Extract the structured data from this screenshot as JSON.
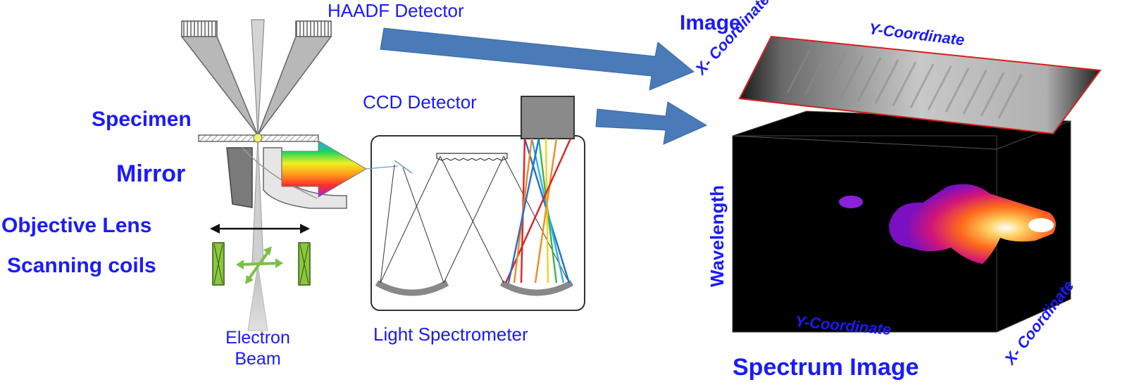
{
  "labels": {
    "haadf_detector": "HAADF Detector",
    "specimen": "Specimen",
    "mirror": "Mirror",
    "objective_lens": "Objective Lens",
    "scanning_coils": "Scanning coils",
    "electron": "Electron",
    "beam": "Beam",
    "ccd_detector": "CCD Detector",
    "light_spectrometer": "Light Spectrometer",
    "image": "Image",
    "image_x_coordinate": "X- Coordinate",
    "image_y_coordinate": "Y-Coordinate",
    "cube_wavelength": "Wavelength",
    "cube_y_coordinate": "Y-Coordinate",
    "cube_x_coordinate": "X- Coordinate",
    "spectrum_image": "Spectrum Image"
  },
  "colors": {
    "label_blue": "#1a1aff",
    "arrow_blue": "#4a7ab8",
    "image_border": "#d62020",
    "coil_green": "#8cc63f",
    "cube_black": "#000000",
    "spectrum_rays": [
      "#1f6fd6",
      "#2bb3e0",
      "#3cb44b",
      "#f2d21f",
      "#f28a1f",
      "#e02020"
    ]
  }
}
